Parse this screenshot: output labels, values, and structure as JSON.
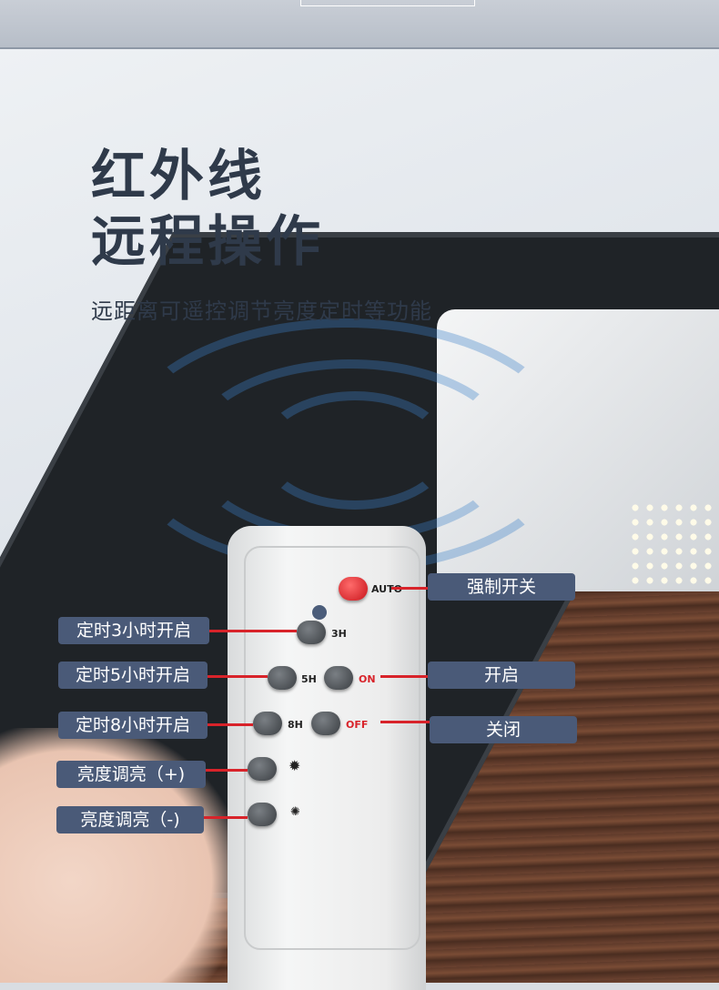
{
  "title": {
    "line1": "红外线",
    "line2": "远程操作"
  },
  "subtitle": "远距离可遥控调节亮度定时等功能",
  "remote": {
    "buttons": {
      "auto": "AUTO",
      "h3": "3H",
      "h5": "5H",
      "on": "ON",
      "h8": "8H",
      "off": "OFF",
      "bright_up_icon": "sun-plus-icon",
      "bright_down_icon": "sun-minus-icon"
    }
  },
  "callouts": {
    "force_switch": "强制开关",
    "timer_3h": "定时3小时开启",
    "on": "开启",
    "timer_5h": "定时5小时开启",
    "timer_8h": "定时8小时开启",
    "off": "关闭",
    "bright_plus": "亮度调亮（+)",
    "bright_minus": "亮度调亮（-)"
  },
  "colors": {
    "tag_bg": "#4a5a78",
    "line": "#d8232a",
    "title": "#2f3a4a"
  }
}
